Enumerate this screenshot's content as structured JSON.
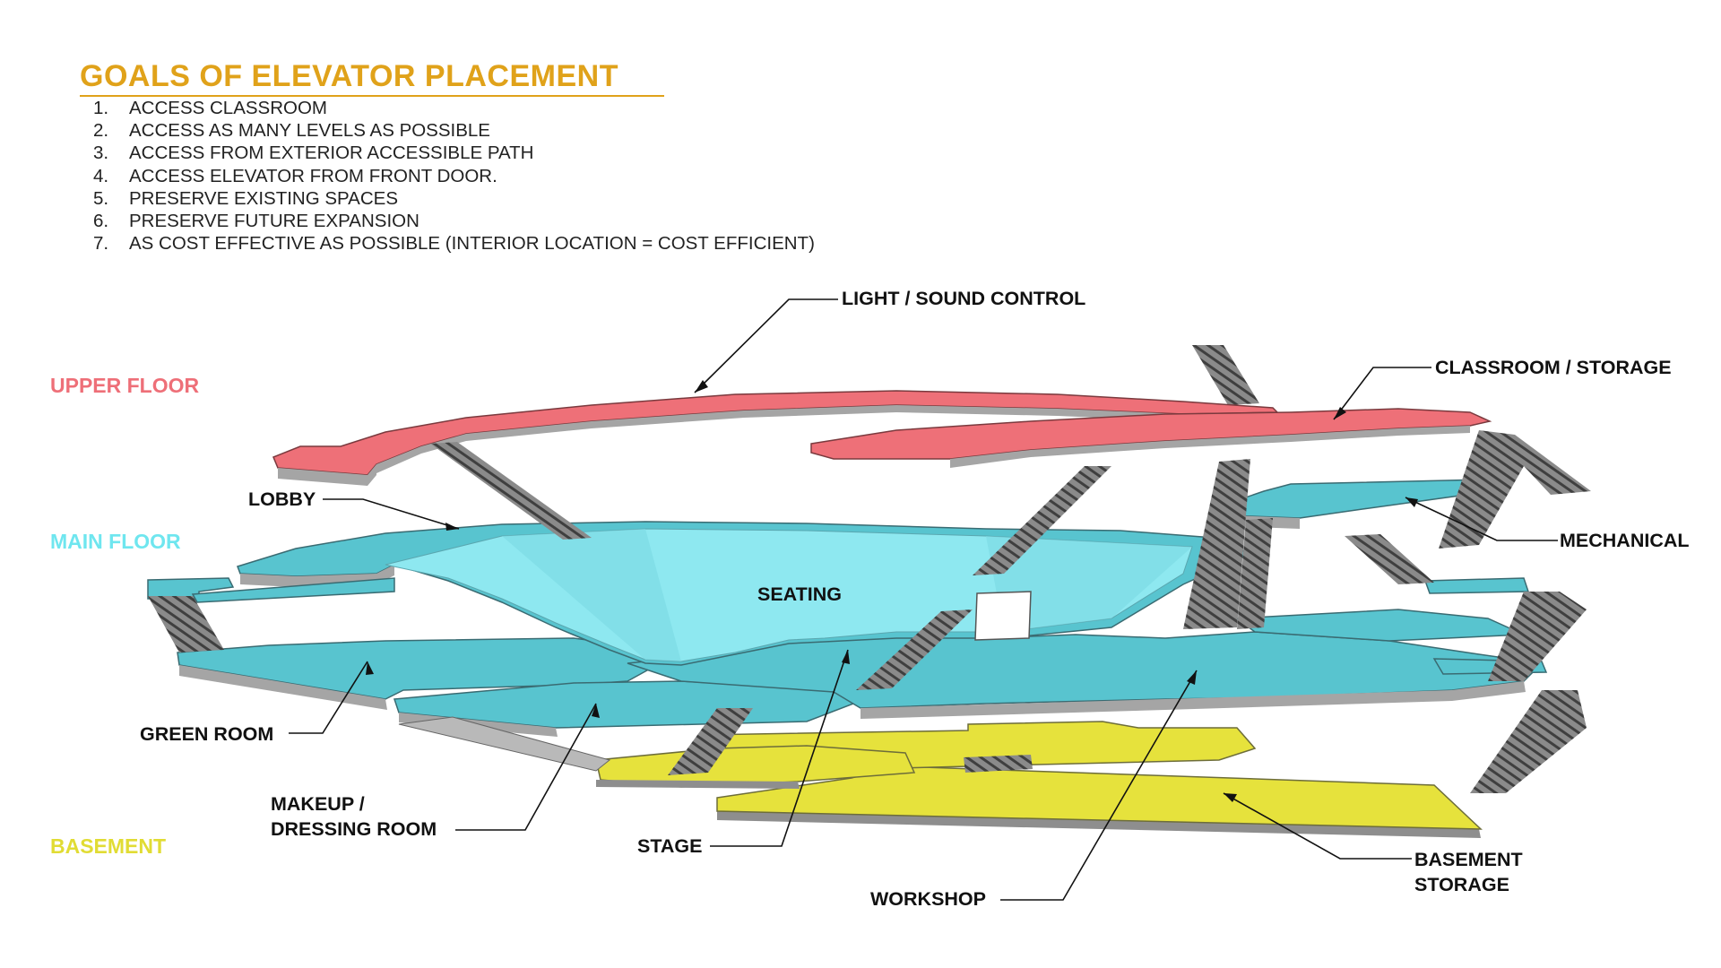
{
  "title": "GOALS OF ELEVATOR PLACEMENT",
  "goals": [
    {
      "num": "1.",
      "text": "ACCESS CLASSROOM"
    },
    {
      "num": "2.",
      "text": "ACCESS AS MANY LEVELS AS POSSIBLE"
    },
    {
      "num": "3.",
      "text": "ACCESS FROM EXTERIOR ACCESSIBLE PATH"
    },
    {
      "num": "4.",
      "text": "ACCESS ELEVATOR FROM FRONT DOOR."
    },
    {
      "num": "5.",
      "text": "PRESERVE EXISTING SPACES"
    },
    {
      "num": "6.",
      "text": "PRESERVE FUTURE EXPANSION"
    },
    {
      "num": "7.",
      "text": "AS COST EFFECTIVE AS POSSIBLE (INTERIOR LOCATION = COST EFFICIENT)"
    }
  ],
  "levels": {
    "upper": {
      "label": "UPPER FLOOR",
      "color": "#f06e7a"
    },
    "main": {
      "label": "MAIN FLOOR",
      "color": "#74e8f0"
    },
    "basement": {
      "label": "BASEMENT",
      "color": "#e4e43a"
    }
  },
  "callouts": {
    "light_sound": "LIGHT / SOUND CONTROL",
    "classroom_storage": "CLASSROOM / STORAGE",
    "lobby": "LOBBY",
    "mechanical": "MECHANICAL",
    "seating": "SEATING",
    "green_room": "GREEN ROOM",
    "makeup_1": "MAKEUP /",
    "makeup_2": "DRESSING ROOM",
    "stage": "STAGE",
    "workshop": "WORKSHOP",
    "basement_storage_1": "BASEMENT",
    "basement_storage_2": "STORAGE"
  },
  "colors": {
    "upper_fill": "#ee7078",
    "main_fill": "#58c4cf",
    "seating_fill": "#8ee8f0",
    "basement_fill": "#e6e23c",
    "slab_edge": "#a9a9a9",
    "stair": "#7d7d7d"
  }
}
